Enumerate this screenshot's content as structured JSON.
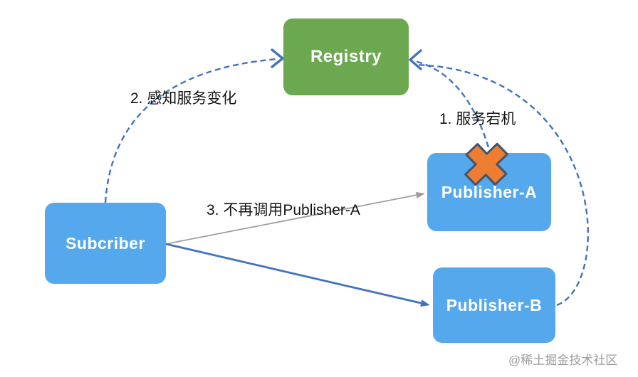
{
  "colors": {
    "registry-fill": "#6BA84F",
    "node-fill": "#55A8EC",
    "arrow-blue": "#4272C0",
    "arrow-gray": "#9E9E9E",
    "cross-fill": "#ED7D31",
    "cross-stroke": "#44546A",
    "label-text": "#141414",
    "watermark-text": "#9C9C9C"
  },
  "nodes": {
    "registry": {
      "label": "Registry"
    },
    "subscriber": {
      "label": "Subcriber"
    },
    "publisher_a": {
      "label": "Publisher-A"
    },
    "publisher_b": {
      "label": "Publisher-B"
    }
  },
  "steps": {
    "step1": {
      "text": "1. 服务宕机"
    },
    "step2": {
      "text": "2. 感知服务变化"
    },
    "step3": {
      "text": "3. 不再调用Publisher-A"
    }
  },
  "edges": [
    {
      "from": "publisher_a",
      "to": "registry",
      "style": "dashed",
      "annotation": "step1"
    },
    {
      "from": "subscriber",
      "to": "registry",
      "style": "dashed",
      "annotation": "step2"
    },
    {
      "from": "subscriber",
      "to": "publisher_a",
      "style": "solid-gray",
      "annotation": "step3"
    },
    {
      "from": "subscriber",
      "to": "publisher_b",
      "style": "solid-blue"
    },
    {
      "from": "publisher_b",
      "to": "registry",
      "style": "dashed"
    }
  ],
  "status_marker": {
    "type": "cross",
    "on": "publisher_a"
  },
  "watermark": {
    "text": "@稀土掘金技术社区"
  }
}
